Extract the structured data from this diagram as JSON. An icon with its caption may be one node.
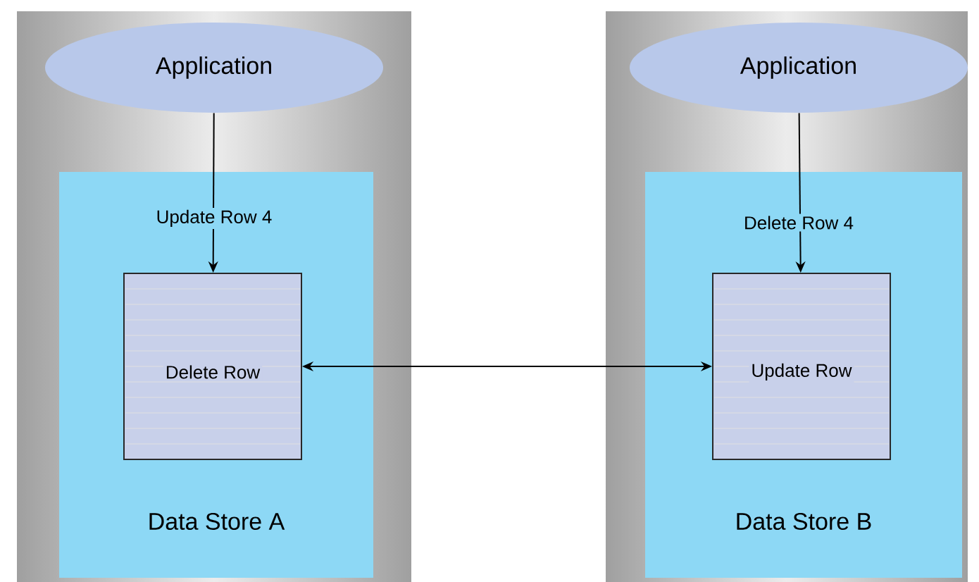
{
  "diagram": {
    "nodes": [
      {
        "text": [
          "Application"
        ]
      },
      {
        "text": [
          "Data Store A"
        ]
      },
      {
        "text": [
          "Delete Row"
        ],
        "in": 1
      },
      {
        "text": [
          "Application"
        ]
      },
      {
        "text": [
          "Data Store B"
        ]
      },
      {
        "text": [
          "Update Row"
        ],
        "in": 4
      }
    ],
    "edges": [
      {
        "from": 0,
        "to": 2,
        "arrow": "to",
        "label": "Update Row 4"
      },
      {
        "from": 3,
        "to": 5,
        "arrow": "to",
        "label": "Delete Row 4"
      },
      {
        "from": 2,
        "to": 5,
        "arrow": "both"
      }
    ]
  }
}
